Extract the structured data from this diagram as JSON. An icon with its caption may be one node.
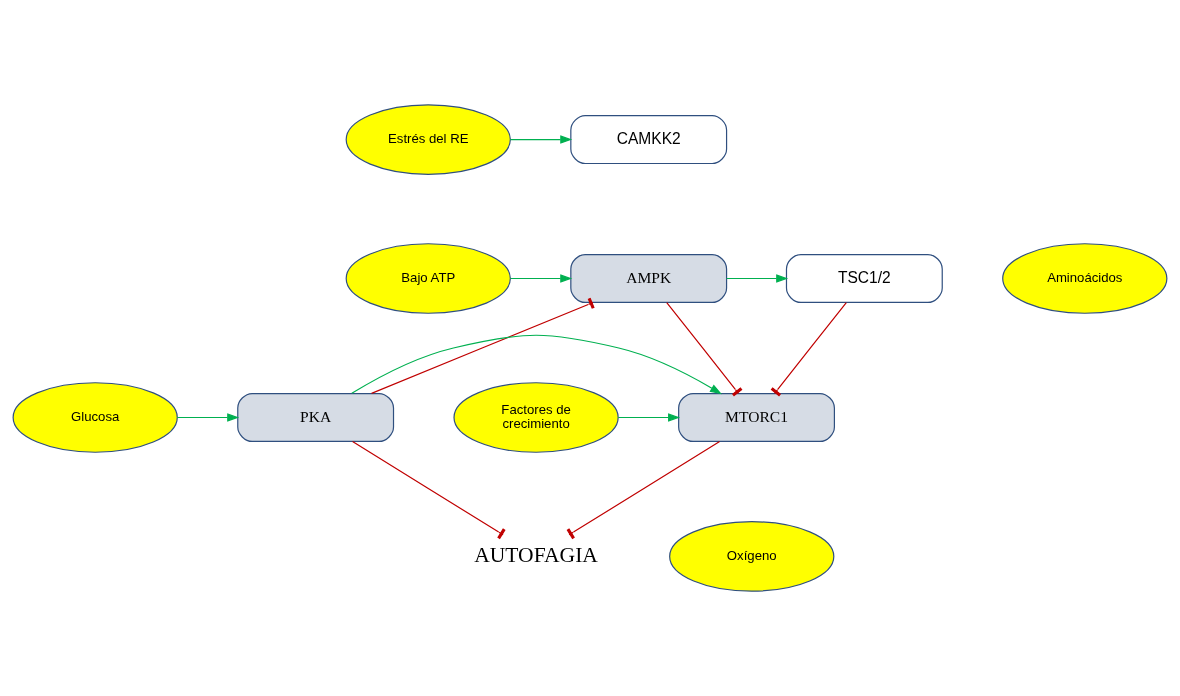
{
  "diagram": {
    "nodes": [
      {
        "text": [
          "CAMKK2"
        ]
      },
      {
        "text": [
          "Estrés del RE"
        ]
      },
      {
        "text": [
          "Bajo ATP"
        ]
      },
      {
        "text": [
          "AMPK"
        ]
      },
      {
        "text": [
          "TSC1/2"
        ]
      },
      {
        "text": [
          "Aminoácidos"
        ]
      },
      {
        "text": [
          "Glucosa"
        ]
      },
      {
        "text": [
          "PKA"
        ]
      },
      {
        "text": [
          "MTORC1"
        ]
      },
      {
        "text": [
          "Factores de crecimiento"
        ]
      },
      {
        "text": [
          "Oxígeno"
        ]
      },
      {
        "text": [
          "AUTOFAGIA"
        ]
      }
    ],
    "edges": [
      {
        "from": 1,
        "to": 0,
        "arrow": "to"
      },
      {
        "from": 2,
        "to": 3,
        "arrow": "to"
      },
      {
        "from": 3,
        "to": 4,
        "arrow": "to"
      },
      {
        "from": 7,
        "to": 3,
        "arrow": "other",
        "color": "#c00000"
      },
      {
        "from": 3,
        "to": 8,
        "arrow": "other",
        "color": "#c00000"
      },
      {
        "from": 4,
        "to": 8,
        "arrow": "other",
        "color": "#c00000"
      },
      {
        "from": 6,
        "to": 7,
        "arrow": "to"
      },
      {
        "from": 7,
        "to": 8,
        "arrow": "to"
      },
      {
        "from": 9,
        "to": 8,
        "arrow": "to"
      },
      {
        "from": 7,
        "to": 11,
        "arrow": "other",
        "color": "#c00000"
      },
      {
        "from": 8,
        "to": 11,
        "arrow": "other",
        "color": "#c00000"
      }
    ]
  }
}
